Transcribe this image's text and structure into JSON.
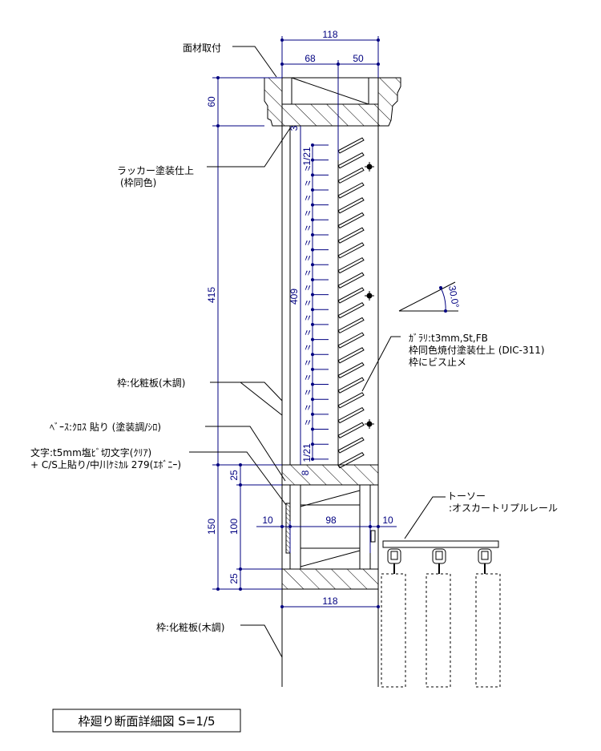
{
  "labels": {
    "panel_mount": "面材取付",
    "lacquer_line1": "ラッカー塗装仕上",
    "lacquer_line2": "(枠同色)",
    "frame_upper": "枠:化粧板(木調)",
    "base": "ﾍﾞｰｽ:ｸﾛｽ 貼り (塗装調/ｼﾛ)",
    "letters_line1": "文字:t5mm塩ﾋﾞ切文字(ｸﾘｱ)",
    "letters_line2": "+ C/S上貼り/中川ｹﾐｶﾙ 279(ｴﾎﾞﾆｰ)",
    "louver_line1": "ｶﾞﾗﾘ:t3mm,St,FB",
    "louver_line2": "枠同色焼付塗装仕上 (DIC-311)",
    "louver_line3": "枠にビス止メ",
    "rail_line1": "トーソー",
    "rail_line2": ":オスカートリプルレール",
    "frame_lower": "枠:化粧板(木調)"
  },
  "dimensions": {
    "top_total": "118",
    "top_left": "68",
    "top_right": "50",
    "cap_height": "60",
    "middle_height": "415",
    "louver_height": "409",
    "pitch": "1/21",
    "pitch_repeat": "〃",
    "gap_top": "3",
    "gap_bottom": "8",
    "base_height": "150",
    "base_top": "25",
    "base_middle": "100",
    "base_bottom": "25",
    "side_left": "10",
    "inner_width": "98",
    "side_right": "10",
    "bottom_total": "118",
    "louver_angle": "30.0°"
  },
  "title": "枠廻り断面詳細図 S=1/5",
  "colors": {
    "dimension": "#000080",
    "line": "#000000"
  }
}
